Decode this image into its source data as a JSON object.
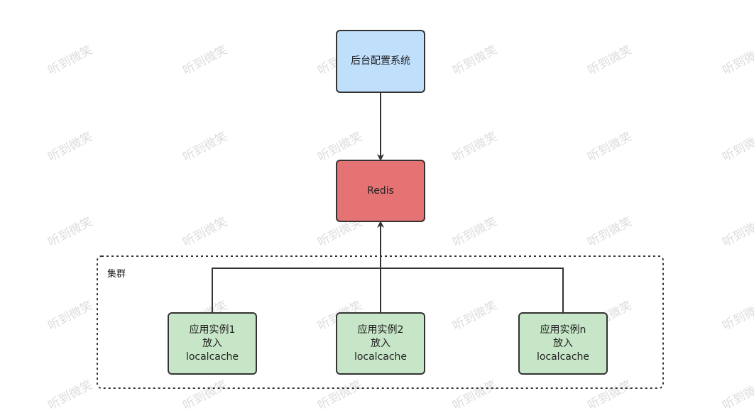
{
  "watermark": {
    "text": "听到微笑"
  },
  "cluster": {
    "label": "集群"
  },
  "nodes": {
    "config": {
      "label": "后台配置系统",
      "fill": "#bfdffb"
    },
    "redis": {
      "label": "Redis",
      "fill": "#e57373"
    },
    "app1": {
      "line1": "应用实例1",
      "line2": "放入",
      "line3": "localcache",
      "fill": "#c7e6c7"
    },
    "app2": {
      "line1": "应用实例2",
      "line2": "放入",
      "line3": "localcache",
      "fill": "#c7e6c7"
    },
    "appn": {
      "line1": "应用实例n",
      "line2": "放入",
      "line3": "localcache",
      "fill": "#c7e6c7"
    }
  },
  "colors": {
    "edge": "#333333"
  }
}
